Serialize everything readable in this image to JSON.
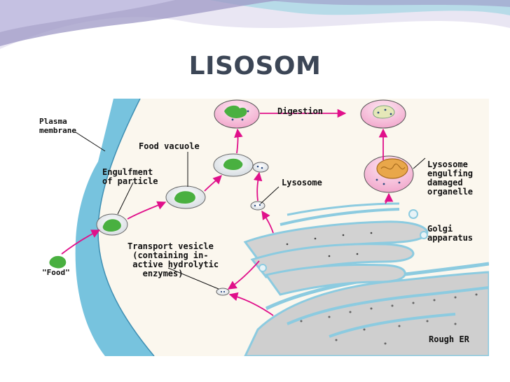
{
  "slide": {
    "title": "LISOSOM",
    "header_colors": [
      "#9d98c6",
      "#c8c3e3",
      "#b7dbe8",
      "#e9e6f3"
    ]
  },
  "diagram": {
    "labels": {
      "plasma_membrane": "Plasma\nmembrane",
      "food_vacuole": "Food vacuole",
      "engulfment": "Engulfment\nof particle",
      "digestion": "Digestion",
      "lysosome": "Lysosome",
      "lysosome_engulfing": "Lysosome\nengulfing\ndamaged\norganelle",
      "golgi": "Golgi\napparatus",
      "transport_vesicle": "Transport vesicle\n (containing in-\n active hydrolytic\n   enzymes)",
      "food": "\"Food\"",
      "rough_er": "Rough ER"
    },
    "colors": {
      "membrane": "#5fb8d8",
      "cytoplasm": "#fbf7ee",
      "vacuole": "#e8eef2",
      "food": "#49b040",
      "lysosome": "#f7c7e0",
      "arrow": "#e0108a",
      "organelle": "#c8c8c8",
      "golgi_edge": "#8ccbe0",
      "mitochondrion": "#e9a74a"
    }
  }
}
